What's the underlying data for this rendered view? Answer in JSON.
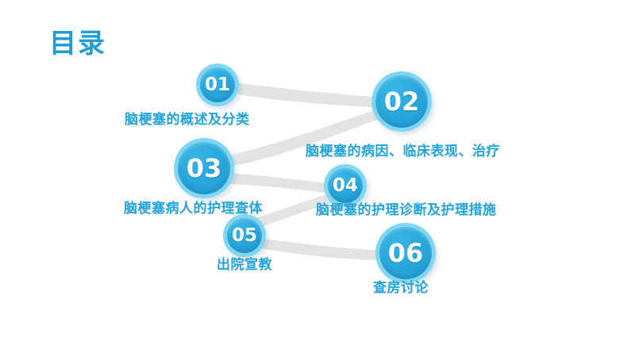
{
  "slide": {
    "title": "目录",
    "title_color": "#1f9ed4",
    "background_color": "#ffffff",
    "accent_color": "#29a8dd",
    "label_color": "#22a3da",
    "ribbon_color": "#e2e2e2"
  },
  "toc": {
    "items": [
      {
        "number": "01",
        "label": "脑梗塞的概述及分类"
      },
      {
        "number": "02",
        "label": "脑梗塞的病因、临床表现、治疗"
      },
      {
        "number": "03",
        "label": "脑梗塞病人的护理查体"
      },
      {
        "number": "04",
        "label": "脑梗塞的护理诊断及护理措施"
      },
      {
        "number": "05",
        "label": "出院宣教"
      },
      {
        "number": "06",
        "label": "查房讨论"
      }
    ]
  }
}
